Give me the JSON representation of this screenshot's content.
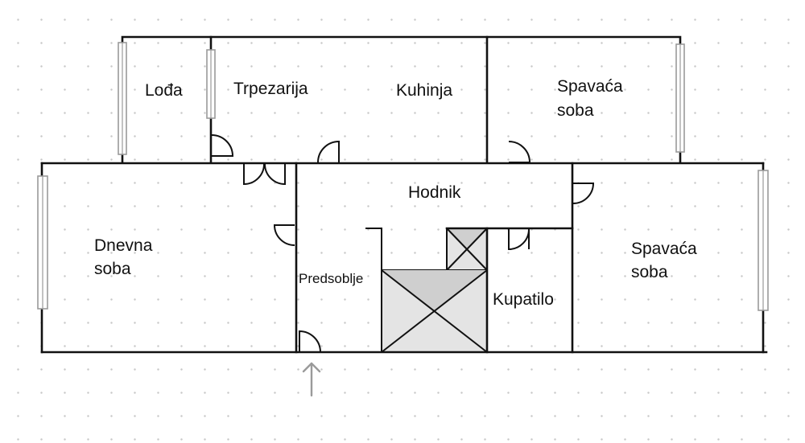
{
  "floor_plan": {
    "rooms": {
      "lodja": {
        "label": "Lođa"
      },
      "trpezarija": {
        "label": "Trpezarija"
      },
      "kuhinja": {
        "label": "Kuhinja"
      },
      "spavaca_1": {
        "label_line1": "Spavaća",
        "label_line2": "soba"
      },
      "hodnik": {
        "label": "Hodnik"
      },
      "dnevna": {
        "label_line1": "Dnevna",
        "label_line2": "soba"
      },
      "predsoblje": {
        "label": "Predsoblje"
      },
      "kupatilo": {
        "label": "Kupatilo"
      },
      "spavaca_2": {
        "label_line1": "Spavaća",
        "label_line2": "soba"
      }
    },
    "colors": {
      "wall": "#111111",
      "window": "#9a9a9a",
      "shaft_light": "#e4e4e4",
      "shaft_dark": "#cfcfcf",
      "arrow": "#9a9a9a"
    },
    "icons": {
      "entrance": "arrow-up-icon",
      "door": "door-swing-icon",
      "window": "window-icon"
    }
  }
}
